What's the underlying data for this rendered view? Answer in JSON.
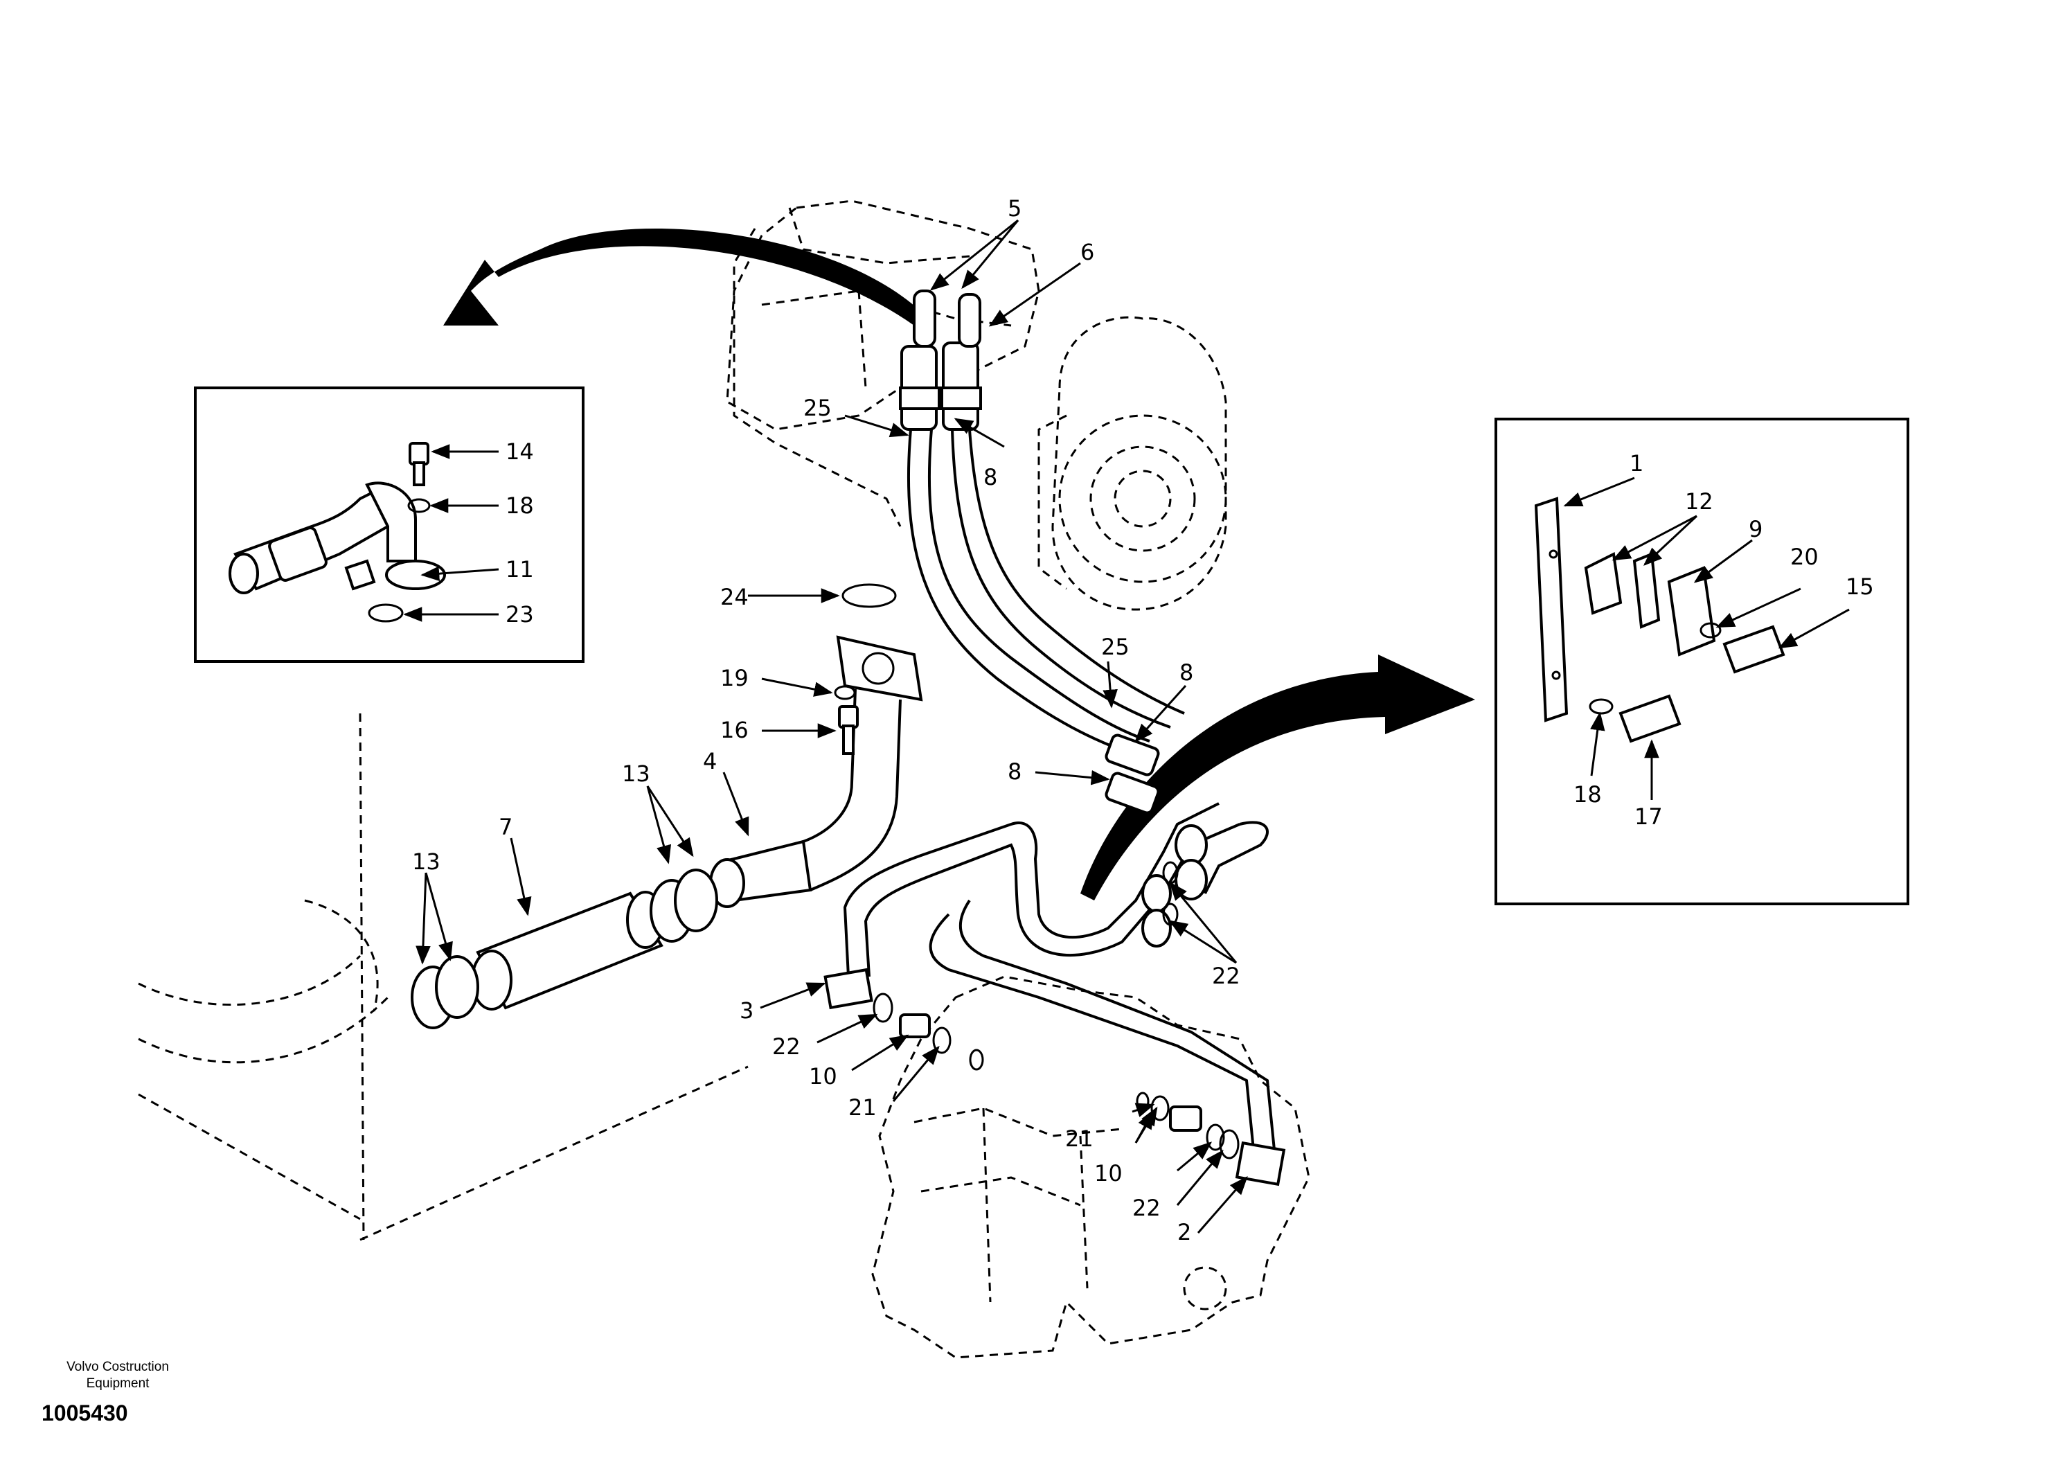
{
  "footer": {
    "brand_line1": "Volvo Costruction",
    "brand_line2": "Equipment",
    "doc_number": "1005430"
  },
  "callouts": {
    "c1": "1",
    "c2": "2",
    "c3": "3",
    "c4": "4",
    "c5": "5",
    "c6": "6",
    "c7": "7",
    "c8a": "8",
    "c8b": "8",
    "c8c": "8",
    "c9": "9",
    "c10a": "10",
    "c10b": "10",
    "c11": "11",
    "c12": "12",
    "c13a": "13",
    "c13b": "13",
    "c14": "14",
    "c15": "15",
    "c16": "16",
    "c17": "17",
    "c18a": "18",
    "c18b": "18",
    "c19": "19",
    "c20": "20",
    "c21a": "21",
    "c21b": "21",
    "c22a": "22",
    "c22b": "22",
    "c22c": "22",
    "c23": "23",
    "c24": "24",
    "c25a": "25",
    "c25b": "25"
  }
}
